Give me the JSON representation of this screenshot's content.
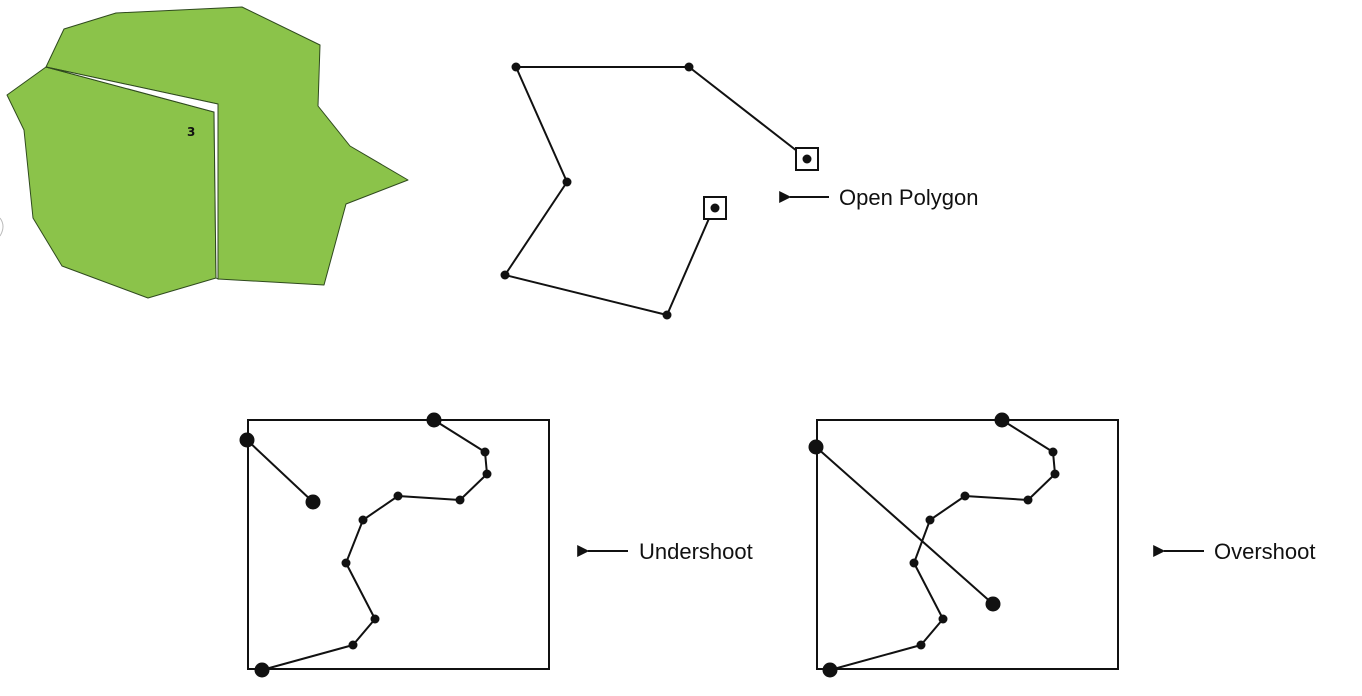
{
  "colors": {
    "polygon_fill": "#8bc34a",
    "polygon_stroke": "#2f4a1e",
    "line": "#111111",
    "vertex": "#111111",
    "background": "#ffffff"
  },
  "panels": {
    "sliver_polygons": {
      "polygon_label": "3"
    },
    "open_polygon": {
      "label": "Open Polygon",
      "arrow_icon": "left-arrow-icon",
      "endpoint_marker_icon": "boxed-node-icon"
    },
    "undershoot": {
      "label": "Undershoot",
      "arrow_icon": "left-arrow-icon"
    },
    "overshoot": {
      "label": "Overshoot",
      "arrow_icon": "left-arrow-icon"
    }
  }
}
